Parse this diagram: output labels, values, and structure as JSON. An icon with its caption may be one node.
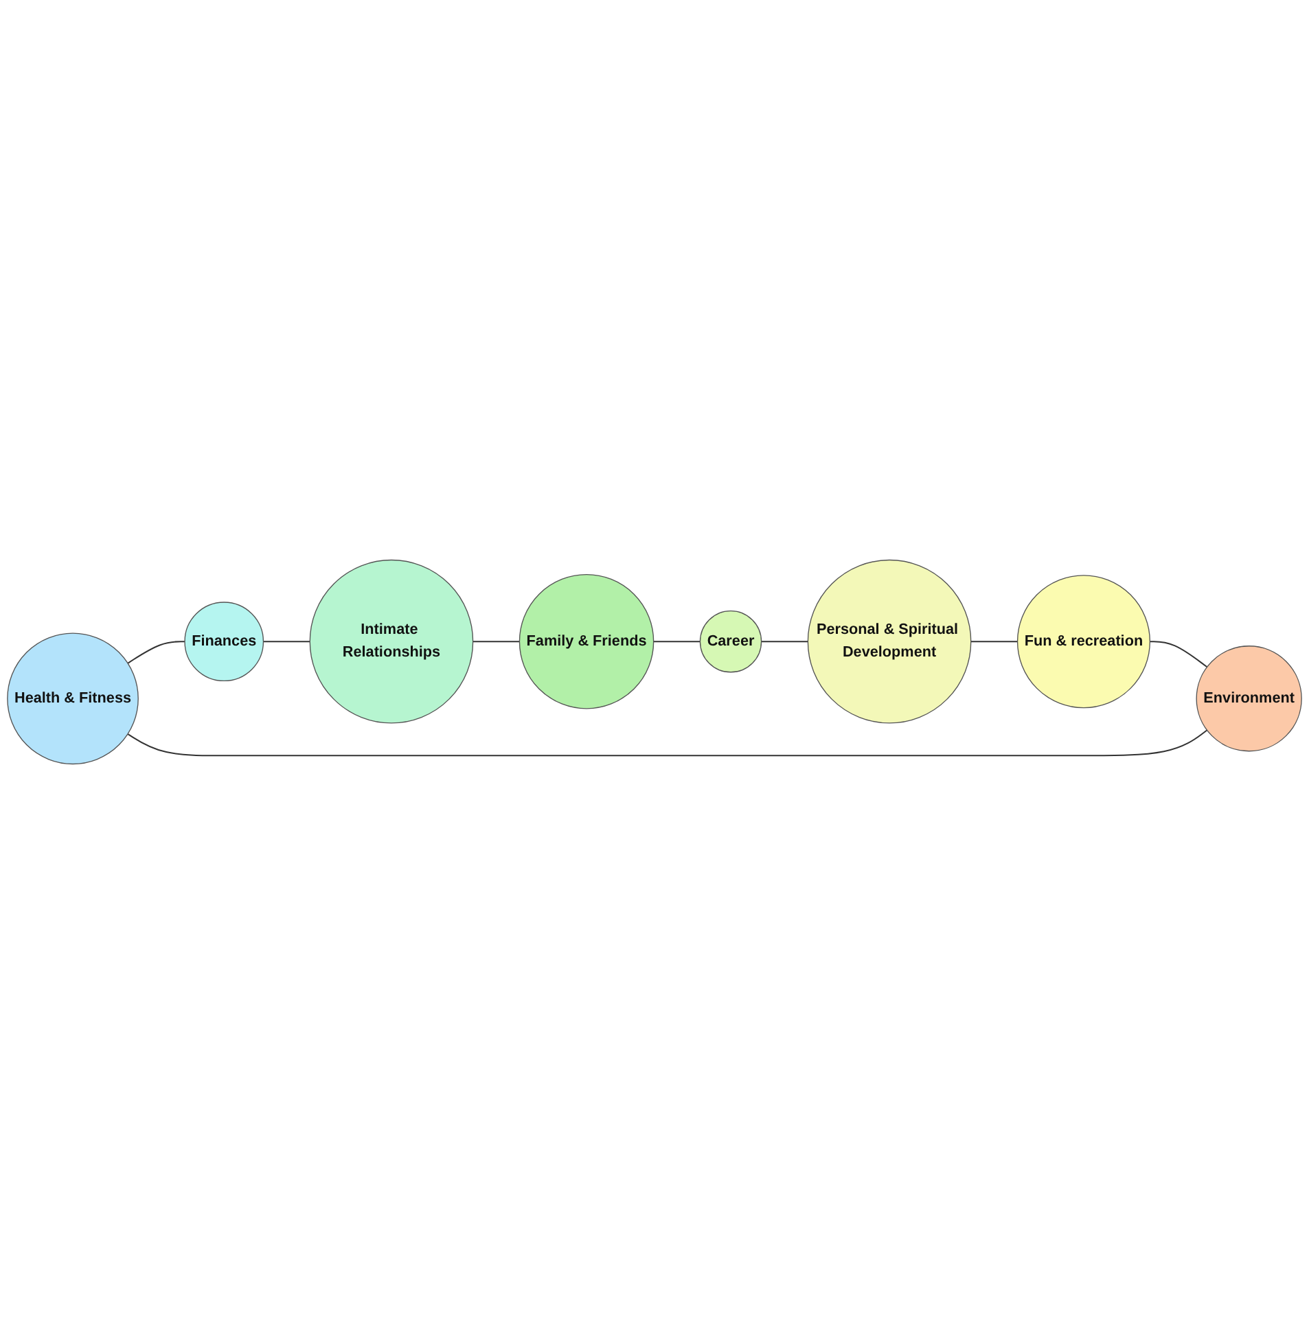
{
  "diagram": {
    "nodes": [
      {
        "text": [
          "Health & Fitness"
        ]
      },
      {
        "text": [
          "Finances"
        ]
      },
      {
        "text": [
          "Intimate Relationships"
        ]
      },
      {
        "text": [
          "Family & Friends"
        ]
      },
      {
        "text": [
          "Career"
        ]
      },
      {
        "text": [
          "Personal & Spiritual Development"
        ]
      },
      {
        "text": [
          "Fun & recreation"
        ]
      },
      {
        "text": [
          "Environment"
        ]
      }
    ],
    "edges": [
      {
        "from": 0,
        "to": 1,
        "arrow": "none"
      },
      {
        "from": 1,
        "to": 2,
        "arrow": "none"
      },
      {
        "from": 2,
        "to": 3,
        "arrow": "none"
      },
      {
        "from": 3,
        "to": 4,
        "arrow": "none"
      },
      {
        "from": 4,
        "to": 5,
        "arrow": "none"
      },
      {
        "from": 5,
        "to": 6,
        "arrow": "none"
      },
      {
        "from": 6,
        "to": 7,
        "arrow": "none"
      },
      {
        "from": 7,
        "to": 0,
        "arrow": "none"
      }
    ]
  }
}
